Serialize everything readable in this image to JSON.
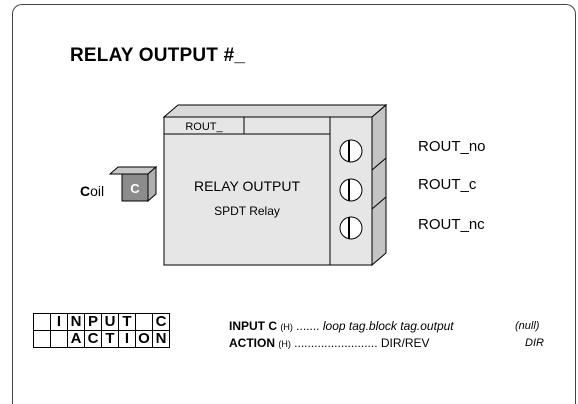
{
  "title": "RELAY OUTPUT #_",
  "block": {
    "tag_label": "ROUT_",
    "name": "RELAY OUTPUT",
    "subtitle": "SPDT Relay",
    "input_letter": "C",
    "input_label_bold": "C",
    "input_label_rest": "oil",
    "outputs": [
      "ROUT_no",
      "ROUT_c",
      "ROUT_nc"
    ]
  },
  "grid": {
    "row1": [
      "",
      "I",
      "N",
      "P",
      "U",
      "T",
      "",
      "C"
    ],
    "row2": [
      "",
      "",
      "A",
      "C",
      "T",
      "I",
      "O",
      "N"
    ]
  },
  "params": [
    {
      "name": "INPUT C",
      "flag": "(H)",
      "dots": " ....... ",
      "desc": "loop tag.block tag.output",
      "default": "(null)"
    },
    {
      "name": "ACTION",
      "flag": "(H)",
      "dots": " ......................... ",
      "desc": "DIR/REV",
      "default": "DIR"
    }
  ],
  "colors": {
    "block_face": "#e6e6e6",
    "block_side": "#d4d4d4",
    "input_dark": "#8c8c8c",
    "input_light": "#c8c8c8"
  }
}
